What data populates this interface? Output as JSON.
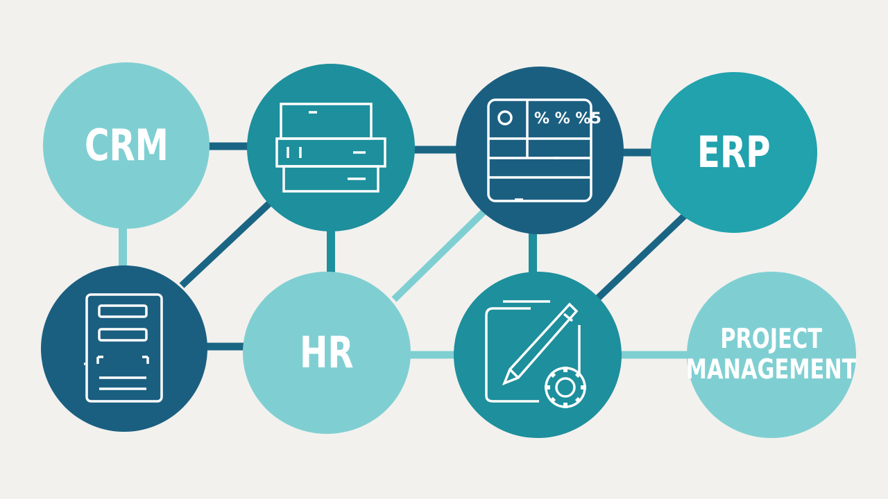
{
  "colors": {
    "background": "#f2f1ee",
    "light_teal": "#7fcfd2",
    "mid_teal": "#21a2ad",
    "deep_teal": "#1e8f9c",
    "dark_blue": "#1b5f80",
    "line_dark": "#1b6584",
    "line_light": "#7fcfd2",
    "icon_stroke": "#ffffff"
  },
  "nodes": [
    {
      "id": "crm",
      "label": "CRM",
      "icon": ""
    },
    {
      "id": "database",
      "label": "",
      "icon": "server-stack-icon"
    },
    {
      "id": "dashboard",
      "label": "",
      "icon": "dashboard-grid-icon",
      "icon_text": "% %  %5"
    },
    {
      "id": "erp",
      "label": "ERP",
      "icon": ""
    },
    {
      "id": "documents",
      "label": "",
      "icon": "document-list-icon"
    },
    {
      "id": "hr",
      "label": "HR",
      "icon": ""
    },
    {
      "id": "editing",
      "label": "",
      "icon": "pen-gear-icon"
    },
    {
      "id": "project-management",
      "label": "PROJECT\nMANAGEMENT",
      "icon": ""
    }
  ]
}
